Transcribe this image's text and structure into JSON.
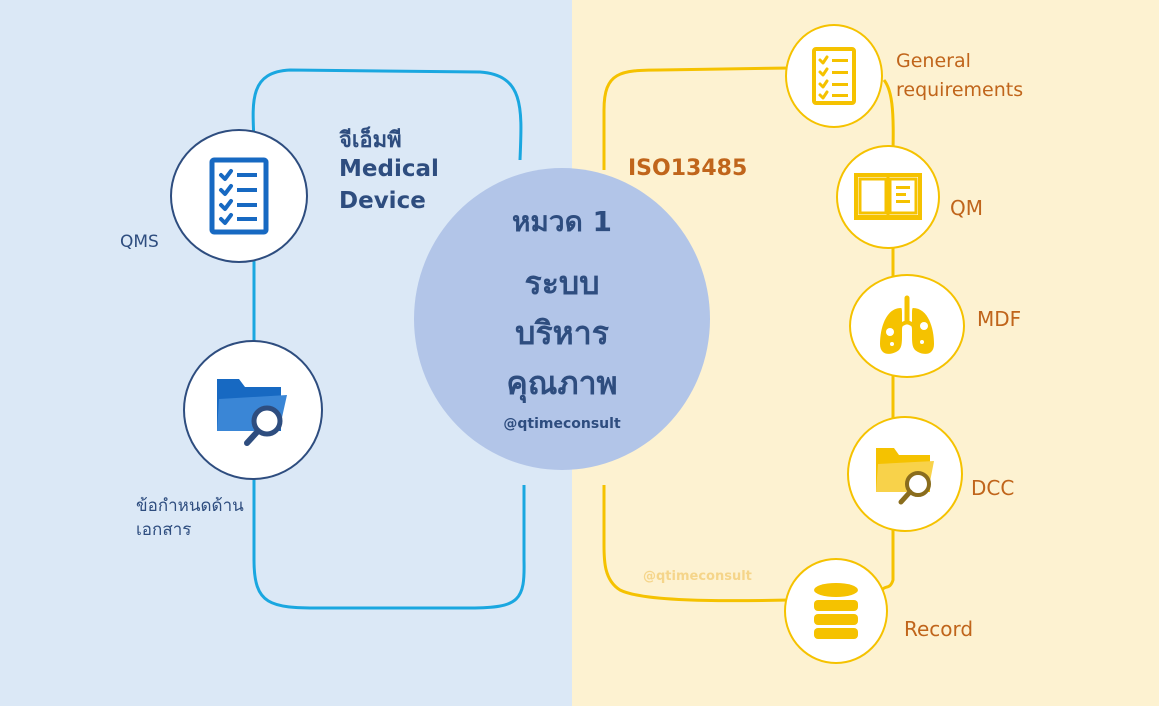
{
  "left_panel": {
    "title_line1": "จีเอ็มพี",
    "title_line2": "Medical",
    "title_line3": "Device",
    "items": [
      {
        "label": "QMS",
        "icon": "checklist-icon"
      },
      {
        "label_line1": "ข้อกำหนดด้าน",
        "label_line2": "เอกสาร",
        "icon": "folder-search-icon"
      }
    ]
  },
  "center": {
    "line1": "หมวด 1",
    "line2": "ระบบ",
    "line3": "บริหาร",
    "line4": "คุณภาพ",
    "handle": "@qtimeconsult"
  },
  "right_panel": {
    "title": "ISO13485",
    "watermark": "@qtimeconsult",
    "items": [
      {
        "label_line1": "General",
        "label_line2": "requirements",
        "icon": "checklist-icon"
      },
      {
        "label": "QM",
        "icon": "open-book-icon"
      },
      {
        "label": "MDF",
        "icon": "lungs-icon"
      },
      {
        "label": "DCC",
        "icon": "folder-search-icon"
      },
      {
        "label": "Record",
        "icon": "database-icon"
      }
    ]
  },
  "colors": {
    "left_bg": "#dbe8f6",
    "right_bg": "#fdf2d1",
    "blue_line": "#1aa7e0",
    "yellow_line": "#f5c200",
    "navy": "#2e4d7f",
    "icon_blue": "#1769c2",
    "orange_text": "#c0651b",
    "center_fill": "#b2c5e8"
  }
}
